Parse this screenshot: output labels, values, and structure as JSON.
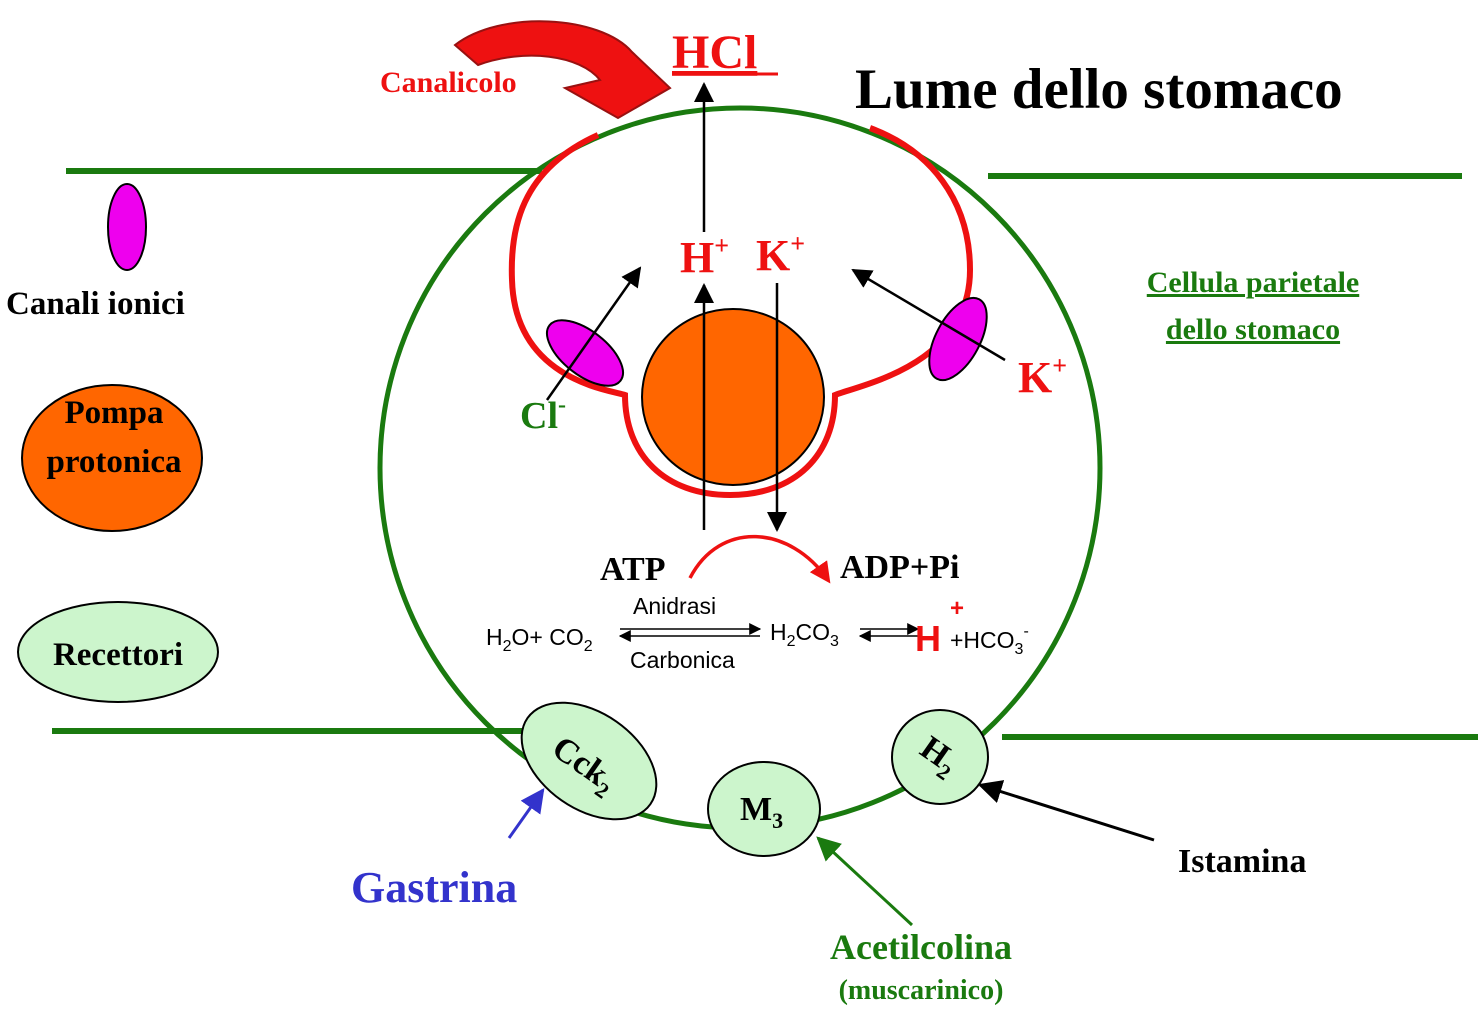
{
  "title": "Lume dello stomaco",
  "hcl": "HCl",
  "canalicolo": "Canalicolo",
  "cell_label": {
    "line1": "Cellula parietale",
    "line2": "dello stomaco"
  },
  "legend": {
    "canali": "Canali ionici",
    "pompa_line1": "Pompa",
    "pompa_line2": "protonica",
    "recettori": "Recettori"
  },
  "ions": {
    "h": "H",
    "h_sup": "+",
    "k": "K",
    "k_sup": "+",
    "k_out": "K",
    "k_out_sup": "+",
    "cl": "Cl",
    "cl_sup": "-"
  },
  "reaction": {
    "atp": "ATP",
    "adp": "ADP+Pi",
    "anidrasi": "Anidrasi",
    "carbonica": "Carbonica",
    "h2o_a": "H",
    "h2o_sub": "2",
    "h2o_b": "O+ CO",
    "co2_sub": "2",
    "h2co3_a": "H",
    "h2co3_sub1": "2",
    "h2co3_b": "CO",
    "h2co3_sub2": "3",
    "hplus": "H",
    "hplus_sup": "+",
    "hco3_a": "+HCO",
    "hco3_sub": "3",
    "hco3_sup": "-"
  },
  "receptors": {
    "cck_a": "Cck",
    "cck_sub": "2",
    "m_a": "M",
    "m_sub": "3",
    "h_a": "H",
    "h_sub": "2"
  },
  "ligands": {
    "gastrina": "Gastrina",
    "acetilcolina": "Acetilcolina",
    "muscarinico": "(muscarinico)",
    "istamina": "Istamina"
  },
  "colors": {
    "green": "#1a7a0f",
    "red": "#ee1111",
    "magenta": "#ee00ee",
    "orange": "#ff6600",
    "light_green": "#ccf5cc",
    "blue": "#3333cc"
  }
}
